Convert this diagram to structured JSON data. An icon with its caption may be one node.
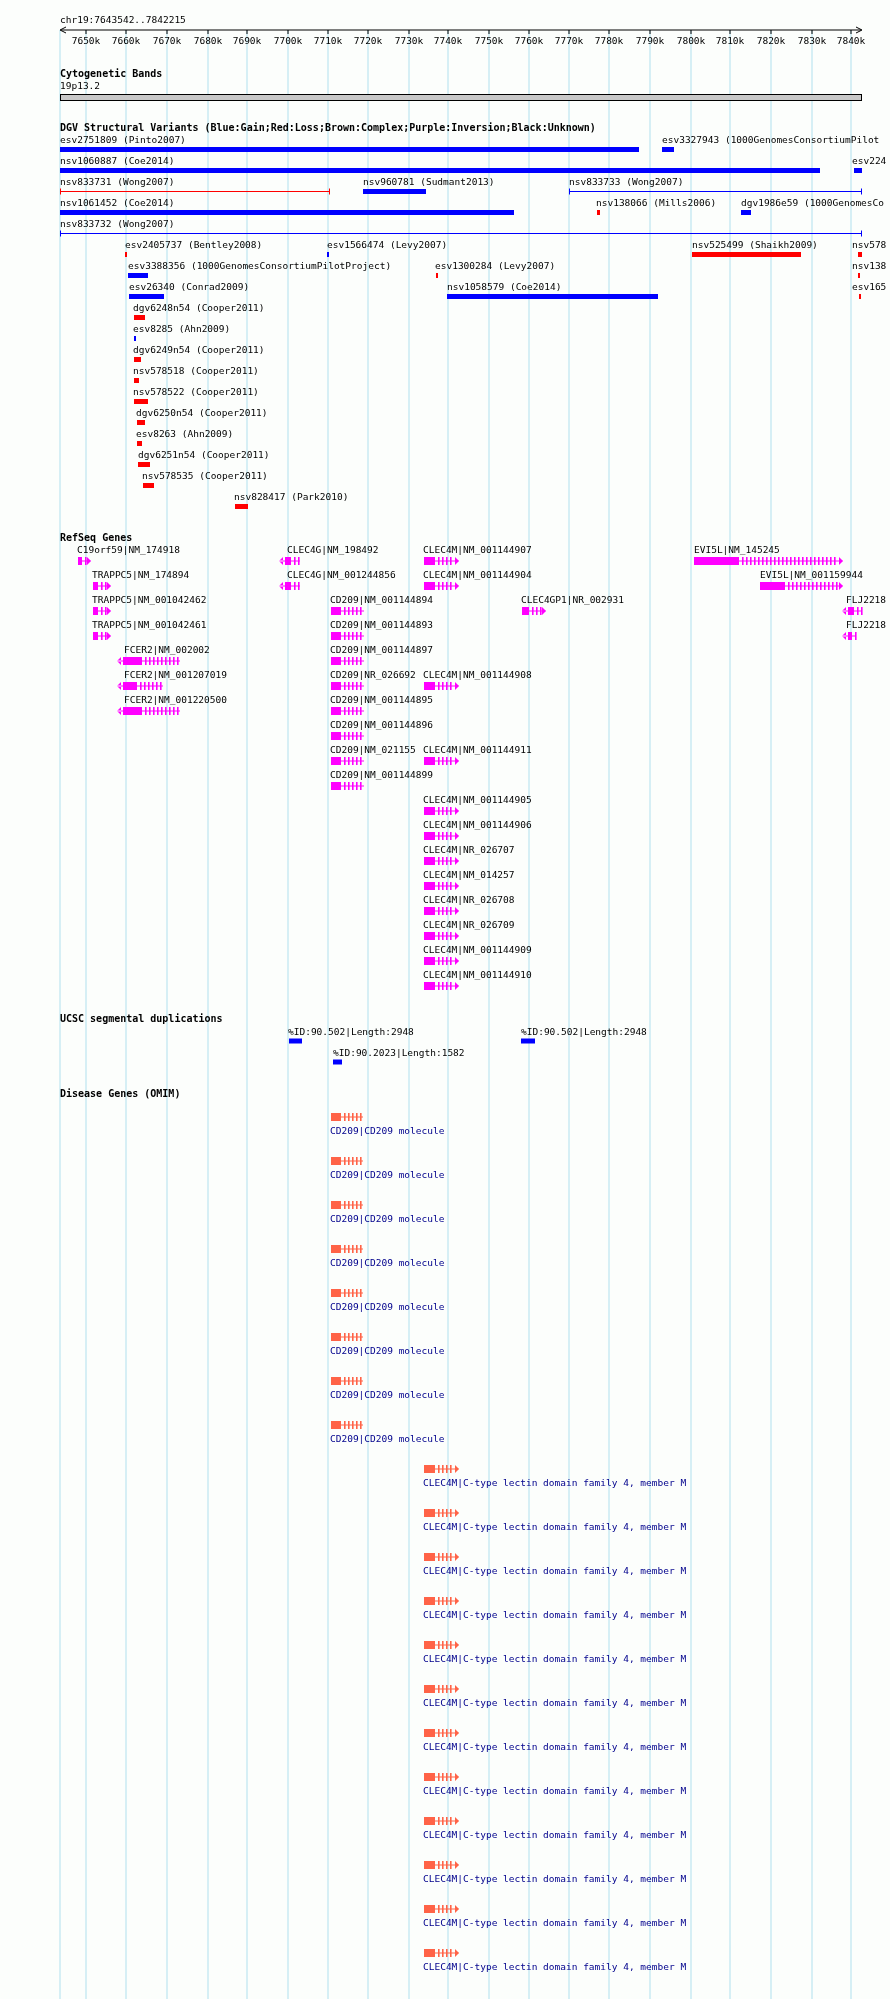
{
  "diagram": {
    "title": "chr19:7643542..7842215",
    "labels": [
      "7650k",
      "7660k",
      "7670k",
      "7680k",
      "7690k",
      "7700k",
      "7710k",
      "7720k",
      "7730k",
      "7740k",
      "7750k",
      "7760k",
      "7770k",
      "7780k",
      "7790k",
      "7800k",
      "7810k",
      "7820k",
      "7830k",
      "7840k",
      "Cytogenetic Bands",
      "19p13.2",
      "DGV Structural Variants (Blue:Gain;Red:Loss;Brown:Complex;Purple:Inversion;Black:Unknown)",
      "esv2751809 (Pinto2007)",
      "esv3327943 (1000GenomesConsortiumPilot",
      "nsv1060887 (Coe2014)",
      "esv224",
      "nsv833731 (Wong2007)",
      "nsv960781 (Sudmant2013)",
      "nsv833733 (Wong2007)",
      "nsv1061452 (Coe2014)",
      "nsv138066 (Mills2006)",
      "dgv1986e59 (1000GenomesCo",
      "nsv833732 (Wong2007)",
      "esv2405737 (Bentley2008)",
      "esv1566474 (Levy2007)",
      "nsv525499 (Shaikh2009)",
      "nsv578",
      "esv3388356 (1000GenomesConsortiumPilotProject)",
      "esv1300284 (Levy2007)",
      "nsv138",
      "esv26340 (Conrad2009)",
      "nsv1058579 (Coe2014)",
      "esv165",
      "dgv6248n54 (Cooper2011)",
      "esv8285 (Ahn2009)",
      "dgv6249n54 (Cooper2011)",
      "nsv578518 (Cooper2011)",
      "nsv578522 (Cooper2011)",
      "dgv6250n54 (Cooper2011)",
      "esv8263 (Ahn2009)",
      "dgv6251n54 (Cooper2011)",
      "nsv578535 (Cooper2011)",
      "nsv828417 (Park2010)",
      "RefSeq Genes",
      "C19orf59|NM_174918",
      "CLEC4G|NM_198492",
      "CLEC4M|NM_001144907",
      "EVI5L|NM_145245",
      "TRAPPC5|NM_174894",
      "CLEC4G|NM_001244856",
      "CLEC4M|NM_001144904",
      "EVI5L|NM_001159944",
      "TRAPPC5|NM_001042462",
      "CD209|NM_001144894",
      "CLEC4GP1|NR_002931",
      "FLJ2218",
      "TRAPPC5|NM_001042461",
      "CD209|NM_001144893",
      "FLJ2218",
      "FCER2|NM_002002",
      "CD209|NM_001144897",
      "FCER2|NM_001207019",
      "CD209|NR_026692",
      "CLEC4M|NM_001144908",
      "FCER2|NM_001220500",
      "CD209|NM_001144895",
      "CD209|NM_001144896",
      "CD209|NM_021155",
      "CLEC4M|NM_001144911",
      "CD209|NM_001144899",
      "CLEC4M|NM_001144905",
      "CLEC4M|NM_001144906",
      "CLEC4M|NR_026707",
      "CLEC4M|NM_014257",
      "CLEC4M|NR_026708",
      "CLEC4M|NR_026709",
      "CLEC4M|NM_001144909",
      "CLEC4M|NM_001144910",
      "UCSC segmental duplications",
      "%ID:90.502|Length:2948",
      "%ID:90.502|Length:2948",
      "%ID:90.2023|Length:1582",
      "Disease Genes (OMIM)",
      "CD209|CD209 molecule",
      "CD209|CD209 molecule",
      "CD209|CD209 molecule",
      "CD209|CD209 molecule",
      "CD209|CD209 molecule",
      "CD209|CD209 molecule",
      "CD209|CD209 molecule",
      "CD209|CD209 molecule",
      "CLEC4M|C-type lectin domain family 4, member M",
      "CLEC4M|C-type lectin domain family 4, member M",
      "CLEC4M|C-type lectin domain family 4, member M",
      "CLEC4M|C-type lectin domain family 4, member M",
      "CLEC4M|C-type lectin domain family 4, member M",
      "CLEC4M|C-type lectin domain family 4, member M",
      "CLEC4M|C-type lectin domain family 4, member M",
      "CLEC4M|C-type lectin domain family 4, member M",
      "CLEC4M|C-type lectin domain family 4, member M",
      "CLEC4M|C-type lectin domain family 4, member M",
      "CLEC4M|C-type lectin domain family 4, member M",
      "CLEC4M|C-type lectin domain family 4, member M"
    ]
  }
}
